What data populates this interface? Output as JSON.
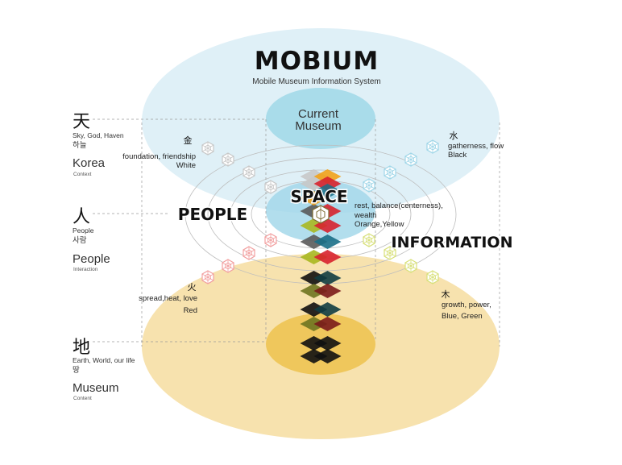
{
  "title": "MOBIUM",
  "subtitle": "Mobile Museum Information System",
  "current_museum": "Current Museum",
  "current_museum_lines": [
    "Current",
    "Museum"
  ],
  "labels": {
    "space": "SPACE",
    "people": "PEOPLE",
    "information": "INFORMATION"
  },
  "left_legend": [
    {
      "glyph": "天",
      "english": "Sky, God, Haven",
      "korean": "하늘",
      "term": "Korea",
      "sub": "Context"
    },
    {
      "glyph": "人",
      "english": "People",
      "korean": "사람",
      "term": "People",
      "sub": "Interaction"
    },
    {
      "glyph": "地",
      "english": "Earth, World, our life",
      "korean": "땅",
      "term": "Museum",
      "sub": "Content"
    }
  ],
  "elements": [
    {
      "glyph": "金",
      "lines": [
        "foundation, friendship",
        "White"
      ]
    },
    {
      "glyph": "水",
      "lines": [
        "gatherness, flow",
        "Black"
      ]
    },
    {
      "glyph": "",
      "lines": [
        "rest, balance(centerness),",
        "wealth",
        "Orange,Yellow"
      ]
    },
    {
      "glyph": "火",
      "lines": [
        "spread,heat, love",
        "Red"
      ]
    },
    {
      "glyph": "木",
      "lines": [
        "growth, power,",
        "Blue, Green"
      ]
    }
  ],
  "colors": {
    "sky": "#dff0f7",
    "sky_inner": "#a9dcea",
    "earth": "#f7e2ae",
    "earth_inner": "#efc75c",
    "people_circle": "#9fd6e8",
    "red": "#d7222d",
    "orange": "#f2a21a",
    "yellow_green": "#a8b820",
    "teal": "#1b6f87",
    "olive": "#6e7420",
    "dark_red": "#7a1b1b",
    "dark_teal": "#0f3d42",
    "gray": "#5a5a5a",
    "light_gray": "#c8c8c8",
    "black": "#111111"
  }
}
